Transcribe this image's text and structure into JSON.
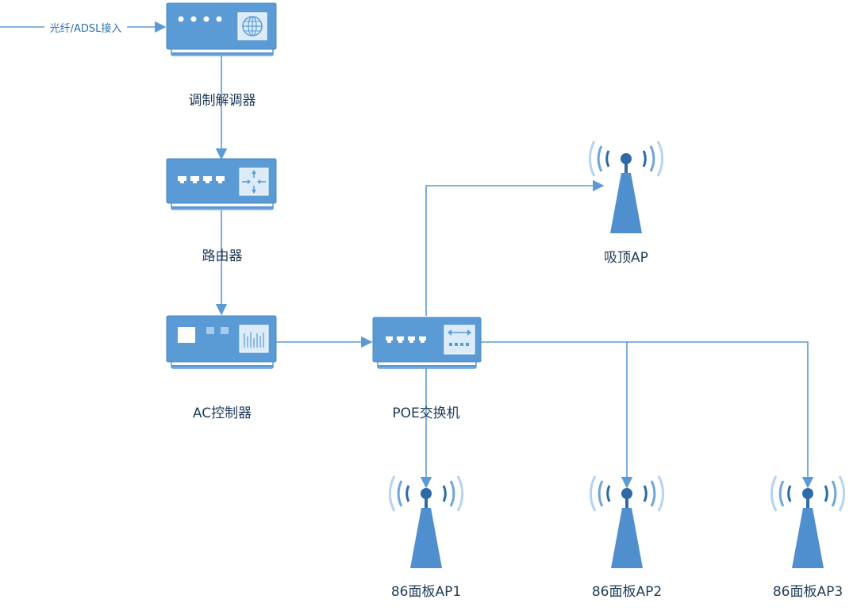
{
  "nodes": {
    "input_label": "光纤/ADSL接入",
    "modem": "调制解调器",
    "router": "路由器",
    "ac_controller": "AC控制器",
    "poe_switch": "POE交换机",
    "ceiling_ap": "吸顶AP",
    "panel_ap1": "86面板AP1",
    "panel_ap2": "86面板AP2",
    "panel_ap3": "86面板AP3"
  },
  "colors": {
    "accent": "#5b9bd5",
    "dark_accent": "#2e6aa6",
    "label_text": "#1f3b57"
  }
}
